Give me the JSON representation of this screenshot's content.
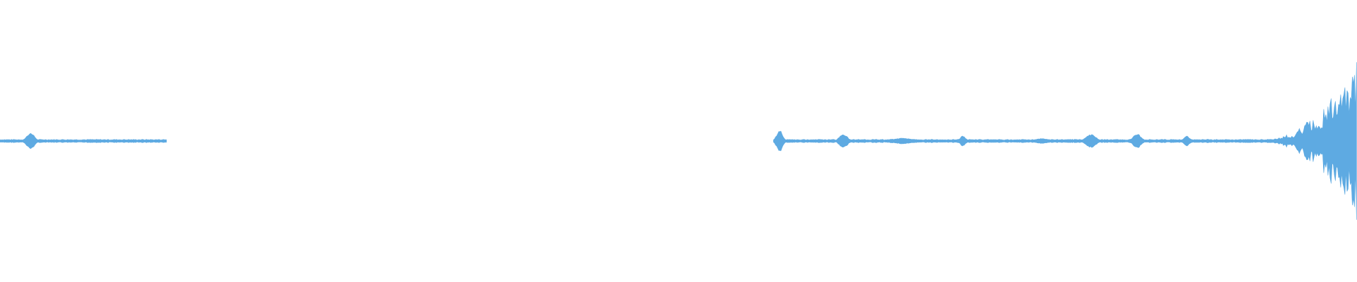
{
  "waveform": {
    "color": "#5eaae2",
    "background": "#ffffff",
    "segments": [
      {
        "name": "segment-1",
        "start": 0.0,
        "end": 0.1234,
        "baseline_amplitude": 0.006,
        "bumps": [
          {
            "center": 0.0225,
            "width": 0.004,
            "peak": 0.03
          }
        ]
      },
      {
        "name": "segment-2",
        "start": 0.57,
        "end": 1.0,
        "baseline_amplitude": 0.006,
        "bumps": [
          {
            "center": 0.5745,
            "width": 0.003,
            "peak": 0.04
          },
          {
            "center": 0.6215,
            "width": 0.004,
            "peak": 0.026
          },
          {
            "center": 0.665,
            "width": 0.012,
            "peak": 0.01
          },
          {
            "center": 0.7095,
            "width": 0.003,
            "peak": 0.018
          },
          {
            "center": 0.768,
            "width": 0.006,
            "peak": 0.01
          },
          {
            "center": 0.804,
            "width": 0.005,
            "peak": 0.024
          },
          {
            "center": 0.838,
            "width": 0.004,
            "peak": 0.026
          },
          {
            "center": 0.8745,
            "width": 0.003,
            "peak": 0.018
          }
        ],
        "swell": {
          "from": 0.925,
          "to": 1.0,
          "peak": 0.3
        }
      }
    ]
  }
}
